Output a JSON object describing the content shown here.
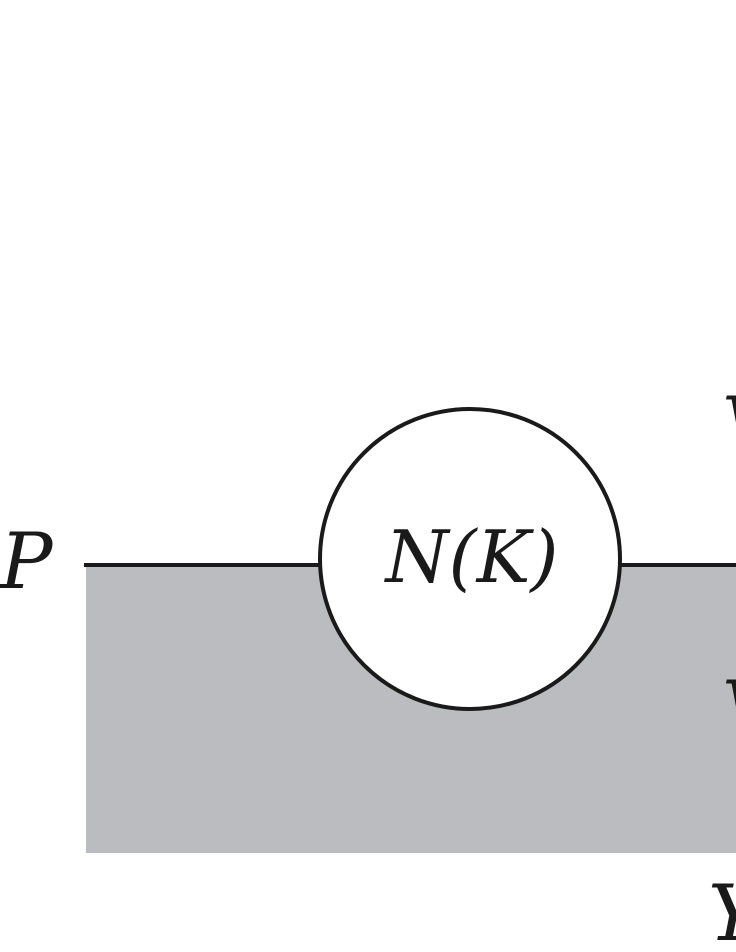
{
  "labels": {
    "left_point": "P",
    "node": "N(K)",
    "cropped_right_upper": "V",
    "cropped_right_lower": "V",
    "cropped_bottom": "Y"
  },
  "colors": {
    "region_fill": "#bbbcbf",
    "stroke": "#1a1a1a",
    "node_fill": "#ffffff",
    "background": "#ffffff"
  }
}
